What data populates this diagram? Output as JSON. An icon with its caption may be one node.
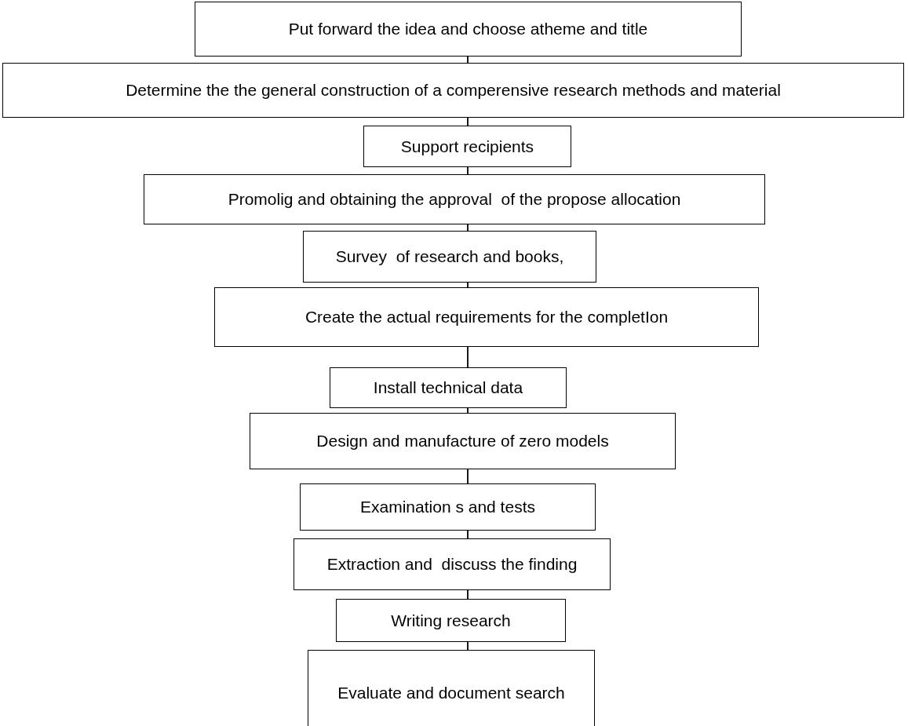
{
  "diagram": {
    "nodes": [
      {
        "text": [
          "Put forward the idea and choose atheme and title"
        ]
      },
      {
        "text": [
          "Determine the the general construction of a comperensive research methods and material"
        ]
      },
      {
        "text": [
          "Support recipients"
        ]
      },
      {
        "text": [
          "Promolig and obtaining the approval  of the propose allocation"
        ]
      },
      {
        "text": [
          "Survey  of research and books,"
        ]
      },
      {
        "text": [
          "Create the actual requirements for the completIon"
        ]
      },
      {
        "text": [
          "Install technical data"
        ]
      },
      {
        "text": [
          "Design and manufacture of zero models"
        ]
      },
      {
        "text": [
          "Examination s and tests"
        ]
      },
      {
        "text": [
          "Extraction and  discuss the finding"
        ]
      },
      {
        "text": [
          "Writing research"
        ]
      },
      {
        "text": [
          "Evaluate and document search"
        ]
      }
    ],
    "edges": [
      {
        "from": 0,
        "to": 1,
        "arrow": "none"
      },
      {
        "from": 1,
        "to": 2,
        "arrow": "none"
      },
      {
        "from": 2,
        "to": 3,
        "arrow": "none"
      },
      {
        "from": 3,
        "to": 4,
        "arrow": "none"
      },
      {
        "from": 4,
        "to": 5,
        "arrow": "none"
      },
      {
        "from": 5,
        "to": 6,
        "arrow": "none"
      },
      {
        "from": 6,
        "to": 7,
        "arrow": "none"
      },
      {
        "from": 7,
        "to": 8,
        "arrow": "none"
      },
      {
        "from": 8,
        "to": 9,
        "arrow": "none"
      },
      {
        "from": 9,
        "to": 10,
        "arrow": "none"
      },
      {
        "from": 10,
        "to": 11,
        "arrow": "none"
      }
    ]
  }
}
